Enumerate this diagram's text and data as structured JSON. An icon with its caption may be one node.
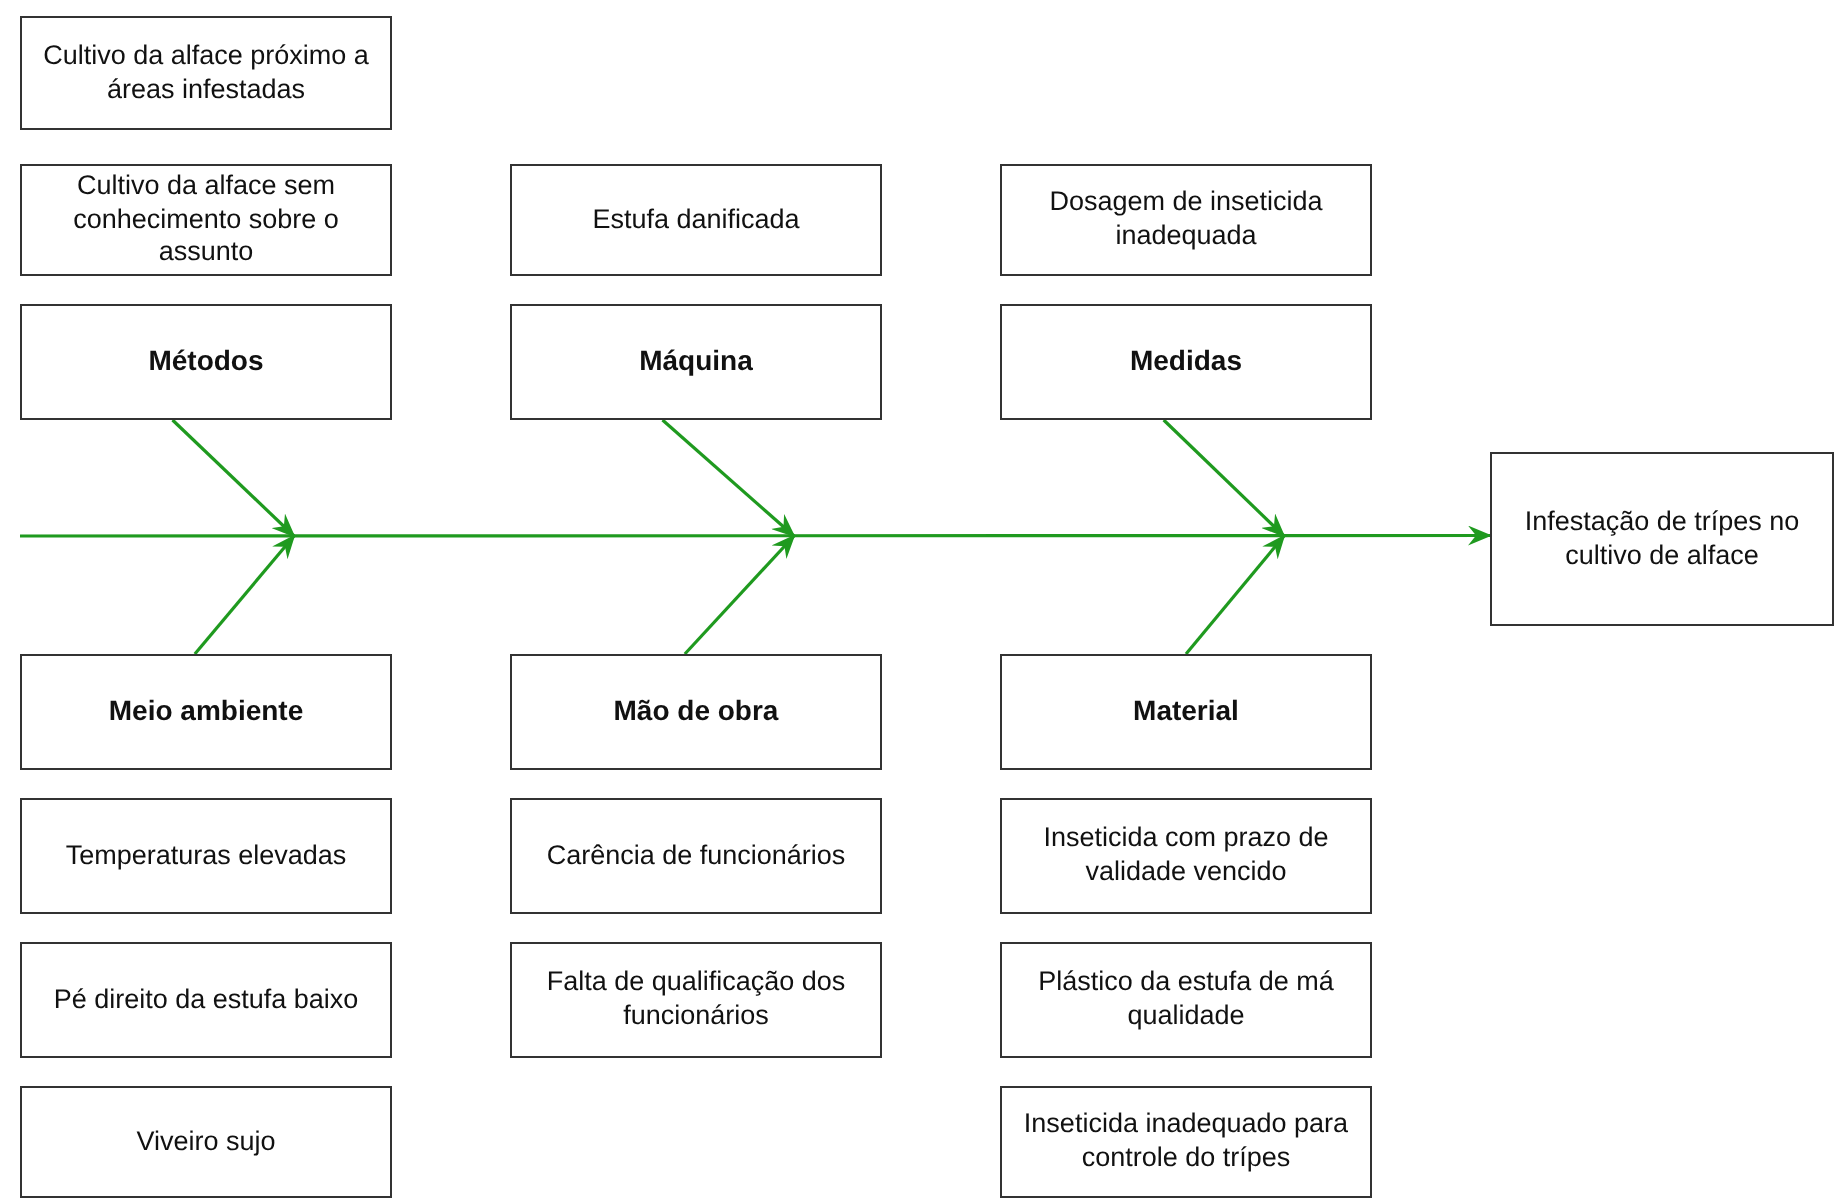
{
  "diagram": {
    "nodes": [
      {
        "text": [
          "Cultivo da alface próximo a áreas infestadas"
        ]
      },
      {
        "text": [
          "Cultivo da alface sem conhecimento sobre o assunto"
        ]
      },
      {
        "text": [
          "Estufa danificada"
        ]
      },
      {
        "text": [
          "Dosagem de inseticida inadequada"
        ]
      },
      {
        "text": [
          "Métodos"
        ]
      },
      {
        "text": [
          "Máquina"
        ]
      },
      {
        "text": [
          "Medidas"
        ]
      },
      {
        "text": [
          "Infestação de trípes no cultivo de alface"
        ]
      },
      {
        "text": [
          "Meio ambiente"
        ]
      },
      {
        "text": [
          "Mão de obra"
        ]
      },
      {
        "text": [
          "Material"
        ]
      },
      {
        "text": [
          "Temperaturas elevadas"
        ]
      },
      {
        "text": [
          "Carência de funcionários"
        ]
      },
      {
        "text": [
          "Inseticida com prazo de validade vencido"
        ]
      },
      {
        "text": [
          "Pé direito da estufa baixo"
        ]
      },
      {
        "text": [
          "Falta de qualificação dos funcionários"
        ]
      },
      {
        "text": [
          "Plástico da estufa de má qualidade"
        ]
      },
      {
        "text": [
          "Viveiro sujo"
        ]
      },
      {
        "text": [
          "Inseticida inadequado para controle do trípes"
        ]
      }
    ],
    "edges": [
      {
        "from": 4,
        "to": null,
        "arrow": "to"
      },
      {
        "from": 5,
        "to": null,
        "arrow": "to"
      },
      {
        "from": 6,
        "to": null,
        "arrow": "to"
      },
      {
        "from": 8,
        "to": null,
        "arrow": "to"
      },
      {
        "from": 9,
        "to": null,
        "arrow": "to"
      },
      {
        "from": 10,
        "to": null,
        "arrow": "to"
      },
      {
        "from": null,
        "to": 7,
        "arrow": "to"
      }
    ]
  }
}
